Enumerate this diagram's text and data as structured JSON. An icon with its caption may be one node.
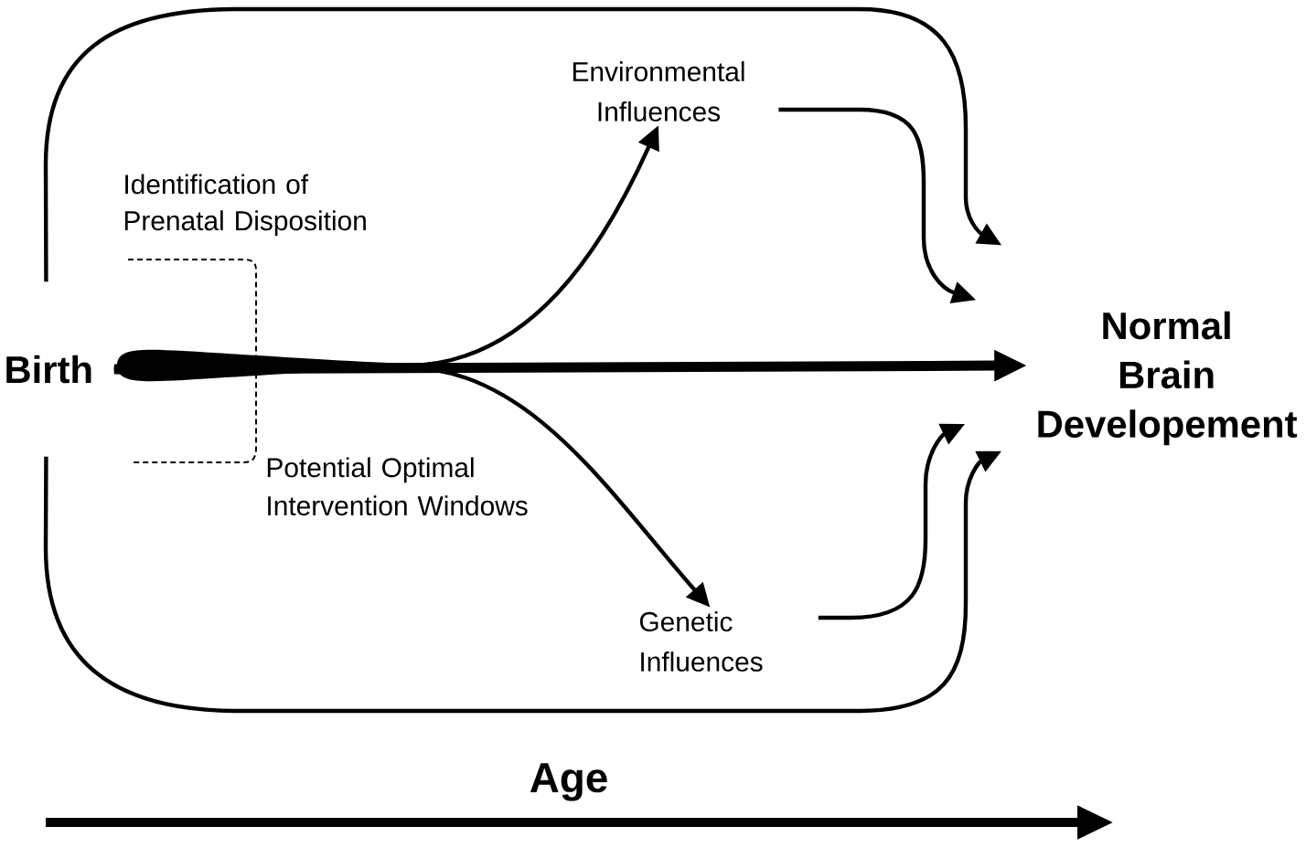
{
  "diagram": {
    "nodes": [
      {
        "text": [
          "Birth"
        ]
      },
      {
        "text": [
          "Normal Brain Developement"
        ]
      },
      {
        "text": [
          "Environmental Influences"
        ]
      },
      {
        "text": [
          "Genetic Influences"
        ]
      }
    ],
    "edges": [
      {
        "from": 0,
        "to": 1,
        "arrow": "to",
        "style": "thick"
      },
      {
        "from": 0,
        "to": 2,
        "arrow": "to"
      },
      {
        "from": 0,
        "to": 3,
        "arrow": "to"
      },
      {
        "from": 2,
        "to": 1,
        "arrow": "to"
      },
      {
        "from": 3,
        "to": 1,
        "arrow": "to"
      },
      {
        "from": 0,
        "to": 1,
        "arrow": "to"
      },
      {
        "from": 0,
        "to": 1,
        "arrow": "to"
      }
    ],
    "labels": [
      "Identification of Prenatal Disposition",
      "Potential Optimal Intervention Windows",
      "Age"
    ]
  }
}
